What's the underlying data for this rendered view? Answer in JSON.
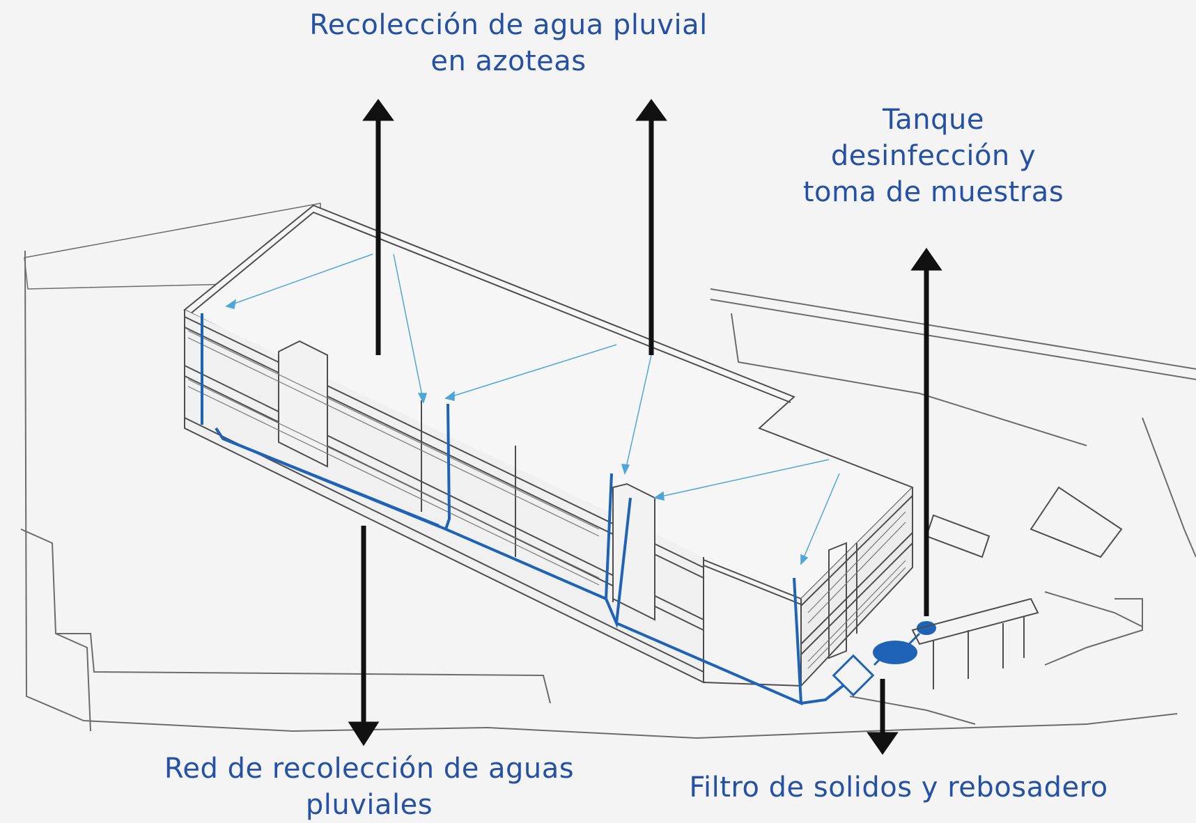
{
  "labels": {
    "rooftop": [
      "Recolección de agua pluvial",
      "en azoteas"
    ],
    "tank": [
      "Tanque",
      "desinfección y",
      "toma de muestras"
    ],
    "network": [
      "Red de recolección de aguas",
      "pluviales"
    ],
    "filter": [
      "Filtro de solidos y rebosadero"
    ]
  },
  "colors": {
    "label": "#2451a6",
    "pipe": "#1f63b8",
    "guide": "#4ea6d8",
    "arrow": "#111111",
    "sketch": "#5a5a5a",
    "background": "#f4f4f4"
  }
}
